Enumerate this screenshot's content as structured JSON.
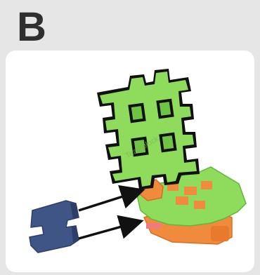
{
  "panel": {
    "letter": "B",
    "background_color": "#e6e6e6",
    "card_color": "#ffffff"
  },
  "illustration": {
    "watermark_text": "Teamblock",
    "colors": {
      "green": "#8fdc5c",
      "green_dark": "#5fb83a",
      "orange": "#f08a3c",
      "orange_dark": "#d86f24",
      "navy": "#3f5585",
      "navy_dark": "#2d3f66",
      "outline": "#111111",
      "arrow": "#111111"
    },
    "icons": [
      "green-grid-block",
      "green-orange-block-assembly",
      "navy-c-clip",
      "arrow-upper",
      "arrow-lower"
    ]
  }
}
